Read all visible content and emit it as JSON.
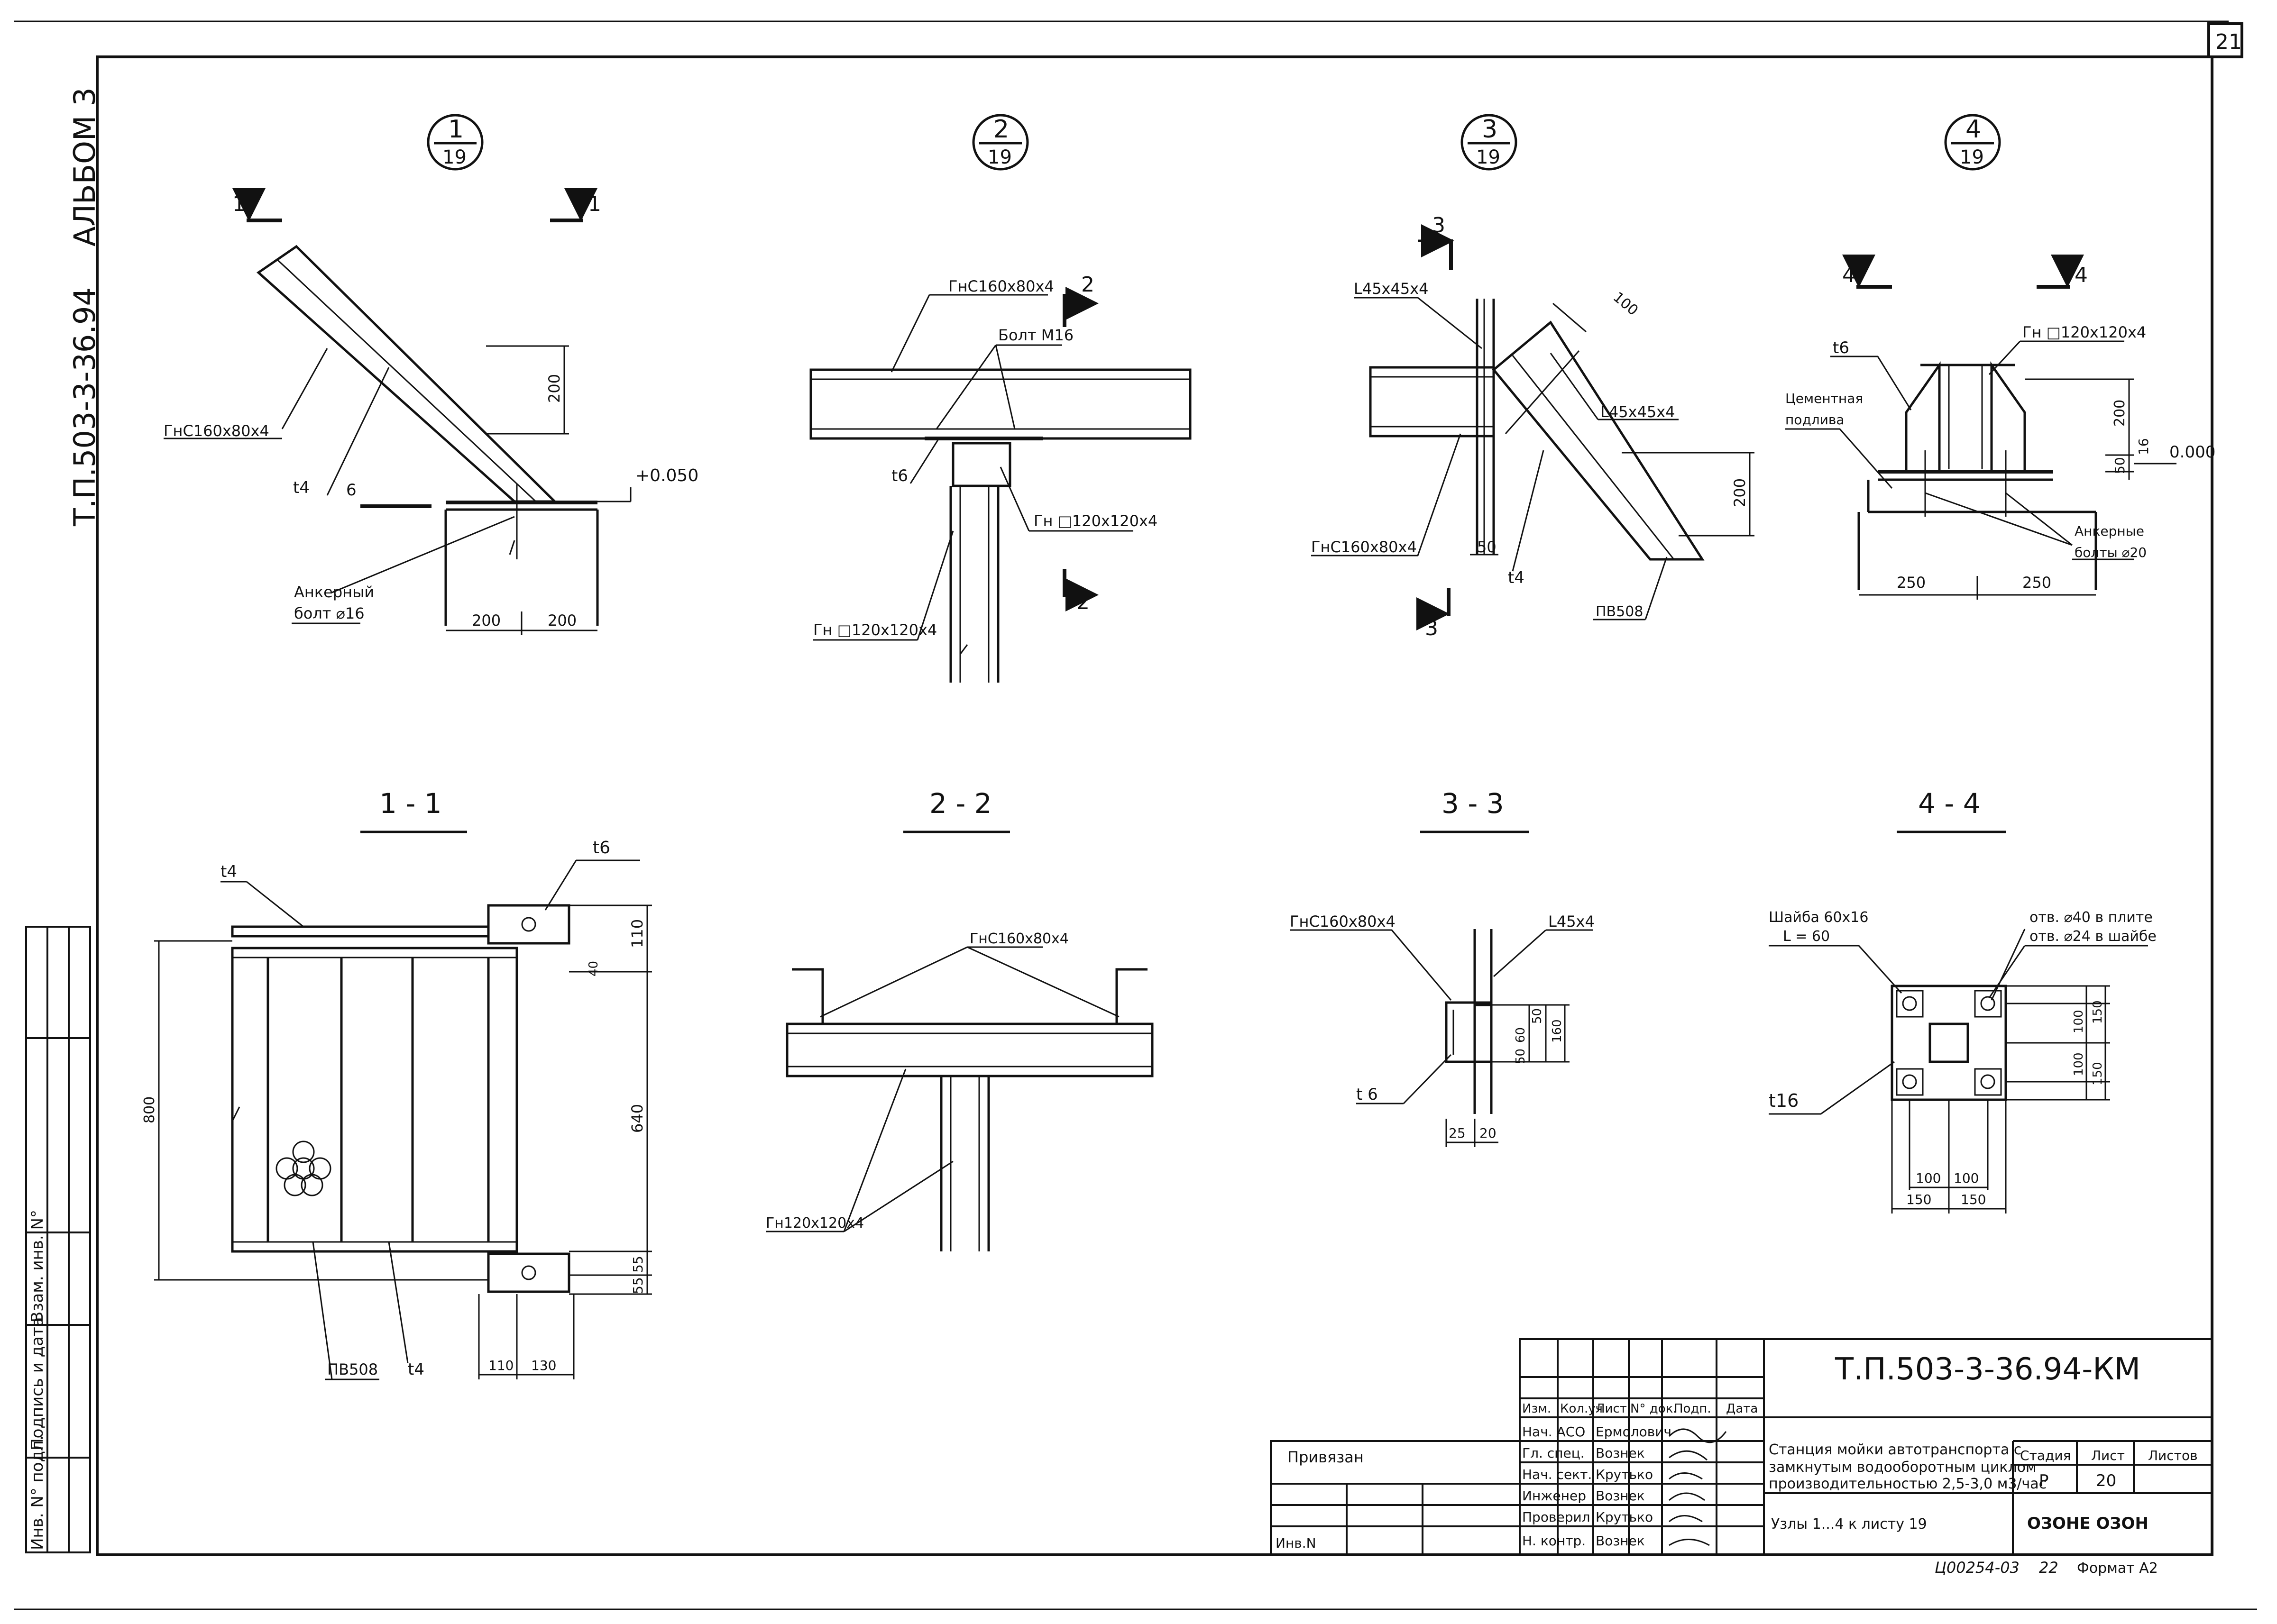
{
  "sheet": {
    "page_number": "21",
    "album": "АЛЬБОМ 3",
    "code_side": "Т.П.503-3-36.94",
    "format": "Формат А2",
    "archive_no": "Ц00254-03",
    "archive_sheet": "22"
  },
  "left_strip": {
    "inv_podl": "Инв. N° подл.",
    "podpis": "Подпись и дата",
    "vzam": "Взам. инв. N°"
  },
  "nodes": [
    {
      "num": "1",
      "sheet": "19"
    },
    {
      "num": "2",
      "sheet": "19"
    },
    {
      "num": "3",
      "sheet": "19"
    },
    {
      "num": "4",
      "sheet": "19"
    }
  ],
  "sections": {
    "s11": "1 - 1",
    "s22": "2 - 2",
    "s33": "3 - 3",
    "s44": "4 - 4"
  },
  "node1": {
    "cut": "1",
    "profile": "ГнС160х80х4",
    "plate": "t4",
    "dim200": "200",
    "level": "+0.050",
    "six": "6",
    "anchor1": "Анкерный",
    "anchor2": "болт ⌀16",
    "d1": "200",
    "d2": "200"
  },
  "node2": {
    "cut": "2",
    "profile": "ГнС160х80х4",
    "bolt": "Болт М16",
    "plate": "t6",
    "tube": "Гн □120х120х4",
    "tube2": "Гн □120х120х4"
  },
  "node3": {
    "cut": "3",
    "angle1": "L45х45х4",
    "dim100": "100",
    "angle2": "L45х45х4",
    "profile": "ГнС160х80х4",
    "dim50": "50",
    "plate": "t4",
    "dim200": "200",
    "weld": "ПВ508"
  },
  "node4": {
    "cut": "4",
    "plate": "t6",
    "tube": "Гн □120х120х4",
    "cement1": "Цементная",
    "cement2": "подлива",
    "dim200": "200",
    "dim16": "16",
    "dim50": "50",
    "level": "0.000",
    "anchor1": "Анкерные",
    "anchor2": "болты ⌀20",
    "d1": "250",
    "d2": "250"
  },
  "sec11": {
    "t4a": "t4",
    "t6": "t6",
    "d110": "110",
    "d40": "40",
    "d800": "800",
    "d640": "640",
    "d55a": "55",
    "d55b": "55",
    "d110b": "110",
    "d130": "130",
    "weld": "ПВ508",
    "t4b": "t4"
  },
  "sec22": {
    "profile": "ГнС160х80х4",
    "tube": "Гн120х120х4"
  },
  "sec33": {
    "profile": "ГнС160х80х4",
    "angle": "L45х4",
    "plate": "t 6",
    "d50a": "50",
    "d60": "60",
    "d50b": "50",
    "d160": "160",
    "d25": "25",
    "d20": "20"
  },
  "sec44": {
    "washer1": "Шайба 60х16",
    "washer2": "L = 60",
    "hole1": "отв. ⌀40 в плите",
    "hole2": "отв. ⌀24 в шайбе",
    "plate": "t16",
    "v100a": "100",
    "v100b": "100",
    "v150a": "150",
    "v150b": "150",
    "h100a": "100",
    "h100b": "100",
    "h150a": "150",
    "h150b": "150"
  },
  "title_block": {
    "code": "Т.П.503-3-36.94-КМ",
    "privyazan": "Привязан",
    "inv_n": "Инв.N",
    "hdr": [
      "Изм.",
      "Кол.уч",
      "Лист",
      "N° док.",
      "Подп.",
      "Дата"
    ],
    "roles": [
      "Нач. АСО",
      "Гл. спец.",
      "Нач. сект.",
      "Инженер",
      "Проверил",
      "Н. контр."
    ],
    "names": [
      "Ермолович",
      "Вознек",
      "Крутько",
      "Вознек",
      "Крутько",
      "Вознек"
    ],
    "desc1": "Станция мойки автотранспорта с",
    "desc2": "замкнутым водооборотным циклом",
    "desc3": "производительностью 2,5-3,0 м3/час",
    "stage_hdr": "Стадия",
    "sheet_hdr": "Лист",
    "sheets_hdr": "Листов",
    "stage": "Р",
    "sheet_no": "20",
    "nodes_title": "Узлы 1...4 к листу 19",
    "org": "ОЗОНЕ ОЗОН"
  }
}
